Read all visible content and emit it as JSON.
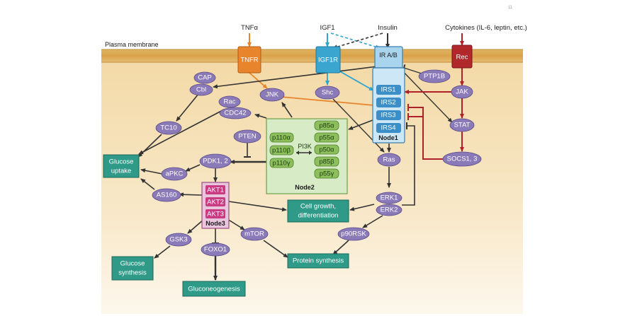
{
  "page_number": "11",
  "membrane_label": "Plasma membrane",
  "ligands": {
    "tnf": "TNFα",
    "igf1": "IGF1",
    "insulin": "Insulin",
    "cytokines": "Cytokines (IL-6, leptin, etc.)"
  },
  "receptors": {
    "tnfr": "TNFR",
    "igf1r": "IGF1R",
    "ir": "IR A/B",
    "rec": "Rec"
  },
  "proteins": {
    "cap": "CAP",
    "cbl": "Cbl",
    "jnk": "JNK",
    "shc": "Shc",
    "ptp1b": "PTP1B",
    "rac": "Rac",
    "cdc42": "CDC42",
    "tc10": "TC10",
    "pten": "PTEN",
    "pdk": "PDK1, 2",
    "apkc": "aPKC",
    "as160": "AS160",
    "gsk3": "GSK3",
    "mtor": "mTOR",
    "foxo1": "FOXO1",
    "ras": "Ras",
    "erk1": "ERK1",
    "erk2": "ERK2",
    "p90rsk": "p90RSK",
    "jak": "JAK",
    "stat": "STAT",
    "socs": "SOCS1, 3"
  },
  "node1": {
    "label": "Node1",
    "items": [
      "IRS1",
      "IRS2",
      "IRS3",
      "IRS4"
    ]
  },
  "node2": {
    "label": "Node2",
    "pi3k": "PI3K",
    "left": [
      "p110α",
      "p110β",
      "p110γ"
    ],
    "right": [
      "p85α",
      "p55α",
      "p50α",
      "p85β",
      "p55γ"
    ]
  },
  "node3": {
    "label": "Node3",
    "items": [
      "AKT1",
      "AKT2",
      "AKT3"
    ]
  },
  "outcomes": {
    "glucose_uptake": [
      "Glucose",
      "uptake"
    ],
    "cell_growth": [
      "Cell growth,",
      "differentiation"
    ],
    "glucose_synthesis": [
      "Glucose",
      "synthesis"
    ],
    "protein_synthesis": "Protein synthesis",
    "gluconeogenesis": "Gluconeogenesis"
  },
  "colors": {
    "tnfr": "#e8842c",
    "igf1r": "#3aa6d0",
    "ir": "#a8d4ee",
    "rec": "#b0282c",
    "oval": "#8a7ab8",
    "akt": "#c93c84",
    "green": "#8dc05c",
    "outcome": "#2f9a88",
    "tnf_arrow": "#e8842c",
    "igf_arrow": "#2da5cf",
    "cyto_arrow": "#b0202a",
    "dark_arrow": "#333333"
  }
}
